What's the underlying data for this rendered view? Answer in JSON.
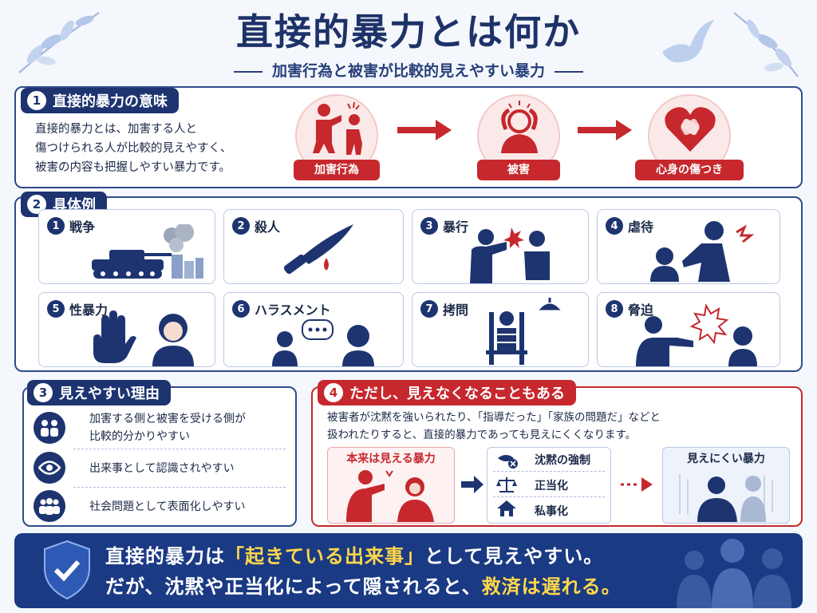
{
  "title": "直接的暴力とは何か",
  "subtitle": "加害行為と被害が比較的見えやすい暴力",
  "section1": {
    "num": "1",
    "heading": "直接的暴力の意味",
    "desc": [
      "直接的暴力とは、加害する人と",
      "傷つけられる人が比較的見えやすく、",
      "被害の内容も把握しやすい暴力です。"
    ],
    "flow": [
      "加害行為",
      "被害",
      "心身の傷つき"
    ]
  },
  "section2": {
    "num": "2",
    "heading": "具体例",
    "items": [
      {
        "num": "1",
        "label": "戦争"
      },
      {
        "num": "2",
        "label": "殺人"
      },
      {
        "num": "3",
        "label": "暴行"
      },
      {
        "num": "4",
        "label": "虐待"
      },
      {
        "num": "5",
        "label": "性暴力"
      },
      {
        "num": "6",
        "label": "ハラスメント"
      },
      {
        "num": "7",
        "label": "拷問"
      },
      {
        "num": "8",
        "label": "脅迫"
      }
    ]
  },
  "section3": {
    "num": "3",
    "heading": "見えやすい理由",
    "reasons": [
      [
        "加害する側と被害を受ける側が",
        "比較的分かりやすい"
      ],
      [
        "出来事として認識されやすい"
      ],
      [
        "社会問題として表面化しやすい"
      ]
    ]
  },
  "section4": {
    "num": "4",
    "heading": "ただし、見えなくなることもある",
    "desc": [
      "被害者が沈黙を強いられたり、「指導だった」「家族の問題だ」などと",
      "扱われたりすると、直接的暴力であっても見えにくくなります。"
    ],
    "visible_label": "本来は見える暴力",
    "factors": [
      "沈黙の強制",
      "正当化",
      "私事化"
    ],
    "hidden_label": "見えにくい暴力"
  },
  "bottom": {
    "line1_a": "直接的暴力は",
    "line1_b": "「起きている出来事」",
    "line1_c": "として見えやすい。",
    "line2_a": "だが、沈黙や正当化によって隠されると、",
    "line2_b": "救済は遅れる。"
  }
}
